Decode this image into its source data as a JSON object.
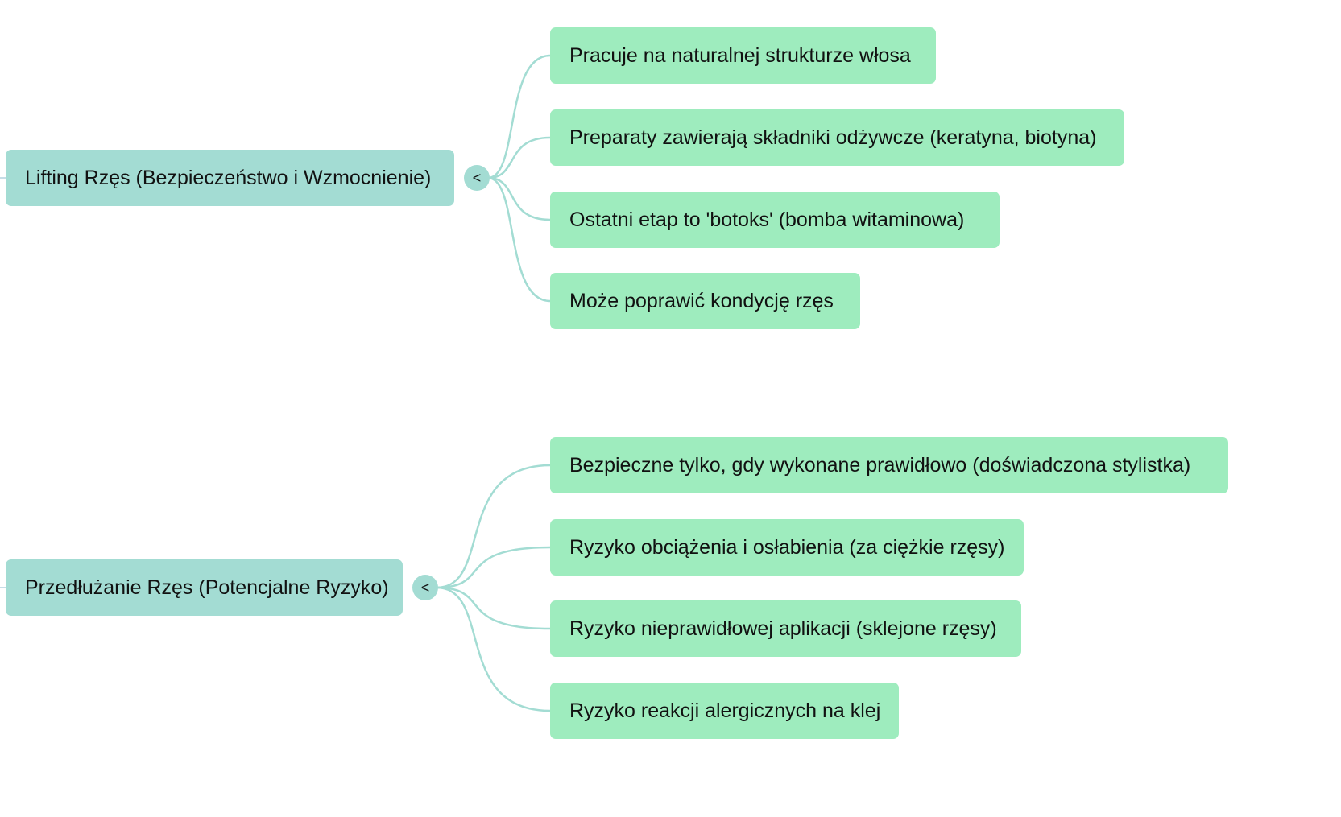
{
  "mindmap": {
    "colors": {
      "branch_fill": "#a3dcd3",
      "leaf_fill": "#9eecbe",
      "connector": "#a3dcd3",
      "text": "#111111"
    },
    "branches": [
      {
        "label": "Lifting Rzęs (Bezpieczeństwo i Wzmocnienie)",
        "toggle_label": "<",
        "toggle_icon": "collapse-chevron-left-icon",
        "children": [
          "Pracuje na naturalnej strukturze włosa",
          "Preparaty zawierają składniki odżywcze (keratyna, biotyna)",
          "Ostatni etap to 'botoks' (bomba witaminowa)",
          "Może poprawić kondycję rzęs"
        ]
      },
      {
        "label": "Przedłużanie Rzęs (Potencjalne Ryzyko)",
        "toggle_label": "<",
        "toggle_icon": "collapse-chevron-left-icon",
        "children": [
          "Bezpieczne tylko, gdy wykonane prawidłowo (doświadczona stylistka)",
          "Ryzyko obciążenia i osłabienia (za ciężkie rzęsy)",
          "Ryzyko nieprawidłowej aplikacji (sklejone rzęsy)",
          "Ryzyko reakcji alergicznych na klej"
        ]
      }
    ]
  }
}
